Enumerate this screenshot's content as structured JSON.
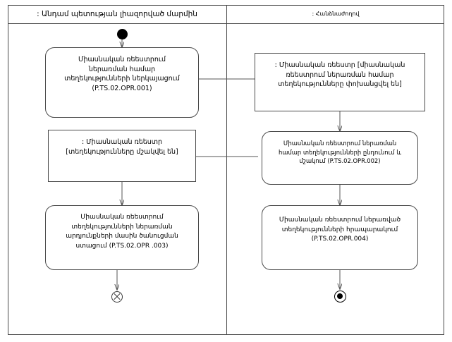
{
  "diagram": {
    "type": "uml-activity-diagram",
    "lanes": [
      {
        "id": "left",
        "label": ": Անդամ պետության լիազորված մարմին"
      },
      {
        "id": "right",
        "label": ": Հանձնաժողով"
      }
    ],
    "nodes": {
      "initial": {
        "kind": "initial-node",
        "lane": "left"
      },
      "action_opr001": {
        "kind": "action",
        "lane": "left",
        "lines": [
          "Միասնական ռեեստրում",
          "ներառման համար",
          "տեղեկությունների ներկայացում",
          "(P.TS.02.OPR.001)"
        ]
      },
      "object_transferred": {
        "kind": "object",
        "lane": "right",
        "lines": [
          ": Միասնական ռեեստր [միասնական",
          "ռեեստրում ներառման համար",
          "տեղեկությունները փոխանցվել են]"
        ]
      },
      "action_opr002": {
        "kind": "action",
        "lane": "right",
        "lines": [
          "Միասնական ռեեստրում ներառման",
          "համար տեղեկությունների ընդունում և",
          "մշակում (P.TS.02.OPR.002)"
        ]
      },
      "object_processed": {
        "kind": "object",
        "lane": "left",
        "lines": [
          ": Միասնական ռեեստր",
          "[տեղեկությունները մշակվել են]"
        ]
      },
      "action_opr003": {
        "kind": "action",
        "lane": "left",
        "lines": [
          "Միասնական ռեեստրում",
          "տեղեկությունների ներառման",
          "արդյունքների մասին ծանուցման",
          "ստացում (P.TS.02.OPR .003)"
        ]
      },
      "action_opr004": {
        "kind": "action",
        "lane": "right",
        "lines": [
          "Միասնական ռեեստրում ներառված",
          "տեղեկությունների հրապարակում",
          "(P.TS.02.OPR.004)"
        ]
      },
      "flow_final": {
        "kind": "flow-final-node",
        "lane": "left"
      },
      "activity_final": {
        "kind": "activity-final-node",
        "lane": "right"
      }
    },
    "edges": [
      {
        "from": "initial",
        "to": "action_opr001"
      },
      {
        "from": "action_opr001",
        "to": "object_transferred"
      },
      {
        "from": "object_transferred",
        "to": "action_opr002"
      },
      {
        "from": "action_opr002",
        "to": "object_processed"
      },
      {
        "from": "object_processed",
        "to": "action_opr003"
      },
      {
        "from": "action_opr003",
        "to": "flow_final"
      },
      {
        "from": "action_opr002",
        "to": "action_opr004"
      },
      {
        "from": "action_opr004",
        "to": "activity_final"
      }
    ],
    "colors": {
      "stroke": "#4a4a4a",
      "edge": "#555555",
      "fill": "#ffffff",
      "text": "#000000"
    }
  }
}
